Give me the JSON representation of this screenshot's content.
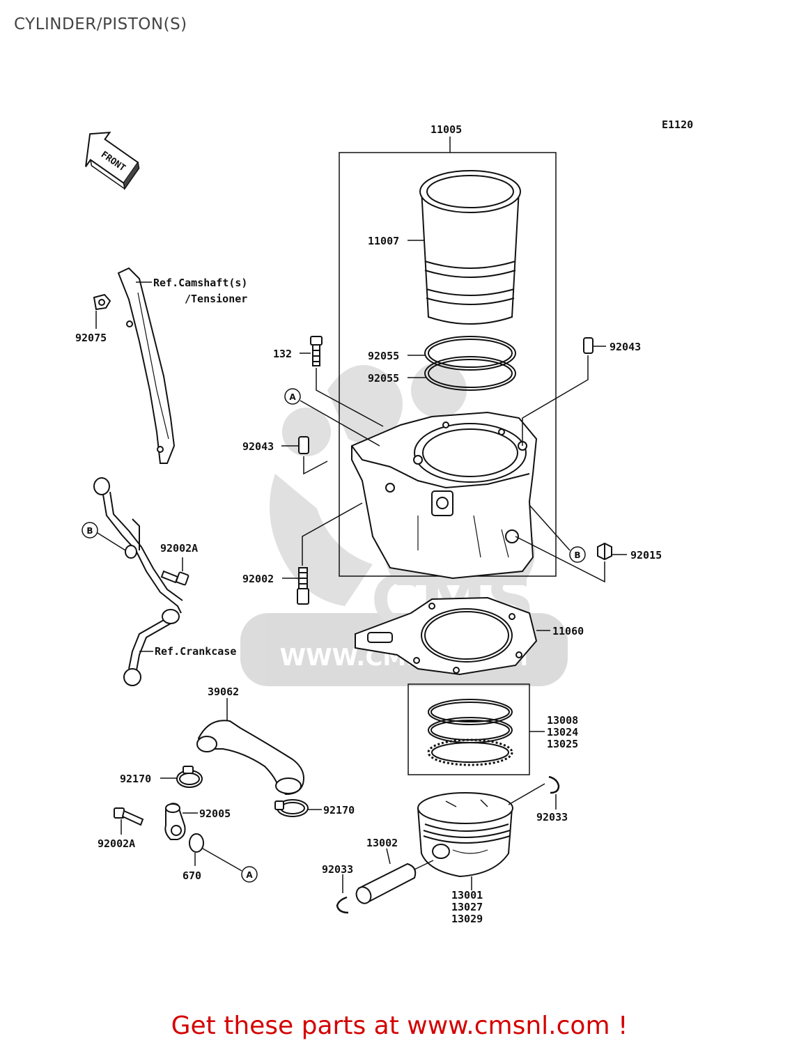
{
  "title": "CYLINDER/PISTON(S)",
  "diagram_code": "E1120",
  "front_label": "FRONT",
  "watermark": {
    "logo_text": "CMS",
    "url_text": "WWW.CMSNL.COM"
  },
  "part_labels": {
    "p11005": "11005",
    "p11007": "11007",
    "p132": "132",
    "p92055_a": "92055",
    "p92055_b": "92055",
    "p92043_top": "92043",
    "p92043_left": "92043",
    "p92002": "92002",
    "p92015": "92015",
    "p11060": "11060",
    "p92075": "92075",
    "p92002A_top": "92002A",
    "p39062": "39062",
    "p13008": "13008",
    "p13024": "13024",
    "p13025": "13025",
    "p92170_left": "92170",
    "p92005": "92005",
    "p92170_right": "92170",
    "p92033_right": "92033",
    "p92002A_bottom": "92002A",
    "p670": "670",
    "p13002": "13002",
    "p92033_left": "92033",
    "p13001": "13001",
    "p13027": "13027",
    "p13029": "13029"
  },
  "references": {
    "camshaft_line1": "Ref.Camshaft(s)",
    "camshaft_line2": "/Tensioner",
    "crankcase": "Ref.Crankcase"
  },
  "callouts": {
    "a": "A",
    "b": "B"
  },
  "footer_cta": "Get these parts at www.cmsnl.com !",
  "colors": {
    "line": "#111111",
    "watermark": "#d8d8d8",
    "cta": "#d40000",
    "title": "#444444"
  }
}
